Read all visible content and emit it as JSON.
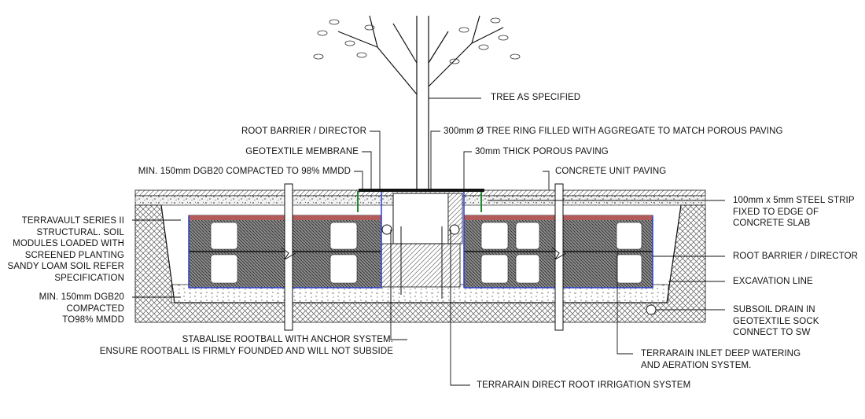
{
  "labels": {
    "tree": "TREE AS SPECIFIED",
    "root_barrier_top": "ROOT BARRIER / DIRECTOR",
    "tree_ring": "300mm Ø TREE RING FILLED WITH AGGREGATE TO MATCH POROUS PAVING",
    "geotextile": "GEOTEXTILE MEMBRANE",
    "porous_paving": "30mm THICK POROUS PAVING",
    "dgb_top": "MIN. 150mm DGB20 COMPACTED TO 98% MMDD",
    "concrete_paving": "CONCRETE UNIT PAVING",
    "steel_strip": [
      "100mm x 5mm STEEL STRIP",
      "FIXED TO EDGE OF",
      "CONCRETE SLAB"
    ],
    "terravault": [
      "TERRAVAULT SERIES II",
      "STRUCTURAL. SOIL",
      "MODULES LOADED WITH",
      "SCREENED PLANTING",
      "SANDY LOAM SOIL REFER",
      "SPECIFICATION"
    ],
    "root_barrier_right": "ROOT BARRIER / DIRECTOR",
    "excavation": "EXCAVATION LINE",
    "dgb_bottom": [
      "MIN. 150mm DGB20",
      "COMPACTED",
      "TO98% MMDD"
    ],
    "subsoil": [
      "SUBSOIL DRAIN IN",
      "GEOTEXTILE SOCK",
      "CONNECT TO SW"
    ],
    "anchor": [
      "STABALISE ROOTBALL WITH ANCHOR SYSTEM.",
      "ENSURE ROOTBALL IS FIRMLY FOUNDED AND WILL NOT SUBSIDE"
    ],
    "inlet": [
      "TERRARAIN INLET DEEP WATERING",
      "AND AERATION SYSTEM."
    ],
    "irrigation": "TERRARAIN DIRECT ROOT IRRIGATION SYSTEM"
  },
  "colors": {
    "line": "#111111",
    "hatch": "#555555",
    "barrier": "#2b3fd0",
    "geotextile_green": "#1f8a2a"
  }
}
